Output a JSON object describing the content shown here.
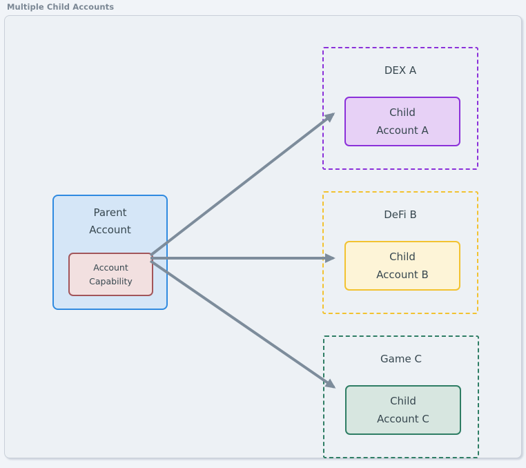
{
  "page": {
    "title": "Multiple Child Accounts"
  },
  "diagram": {
    "parent": {
      "lines": [
        "Parent",
        "Account"
      ],
      "capability_lines": [
        "Account",
        "Capability"
      ]
    },
    "groups": [
      {
        "label": "DEX A",
        "child_lines": [
          "Child",
          "Account A"
        ],
        "border_color": "#8b30d9",
        "child_fill": "#e7d1f6"
      },
      {
        "label": "DeFi B",
        "child_lines": [
          "Child",
          "Account B"
        ],
        "border_color": "#f2c230",
        "child_fill": "#fdf4d7"
      },
      {
        "label": "Game C",
        "child_lines": [
          "Child",
          "Account C"
        ],
        "border_color": "#2e7d64",
        "child_fill": "#d7e6e0"
      }
    ],
    "colors": {
      "page_bg": "#f1f4f8",
      "canvas_bg": "#edf1f5",
      "canvas_border": "#c9cfd8",
      "parent_fill": "#d5e6f7",
      "parent_border": "#2f8ae0",
      "capability_fill": "#f2e0e0",
      "capability_border": "#a2555a",
      "arrow": "#7d8c9b",
      "text": "#37474f",
      "title_text": "#7b8794"
    }
  }
}
